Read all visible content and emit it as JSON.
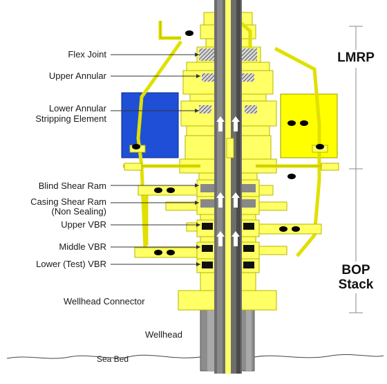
{
  "labels": {
    "flex_joint": "Flex Joint",
    "upper_annular": "Upper Annular",
    "lower_annular_line1": "Lower Annular",
    "lower_annular_line2": "Stripping Element",
    "blind_shear_ram": "Blind Shear Ram",
    "casing_shear_line1": "Casing Shear Ram",
    "casing_shear_line2": "(Non Sealing)",
    "upper_vbr": "Upper VBR",
    "middle_vbr": "Middle VBR",
    "lower_test_vbr": "Lower (Test) VBR",
    "wellhead_connector": "Wellhead Connector",
    "wellhead": "Wellhead",
    "sea_bed": "Sea Bed"
  },
  "sections": {
    "lmrp": "LMRP",
    "bop_line1": "BOP",
    "bop_line2": "Stack"
  },
  "colors": {
    "yellow": "#ffff66",
    "yellow_dark": "#c8c800",
    "blue_pod": "#1f4fd6",
    "yellow_pod": "#ffff00",
    "pipe": "#6d6d6d",
    "pipe_dark": "#444444",
    "wellhead_gray": "#8a8a8a"
  }
}
